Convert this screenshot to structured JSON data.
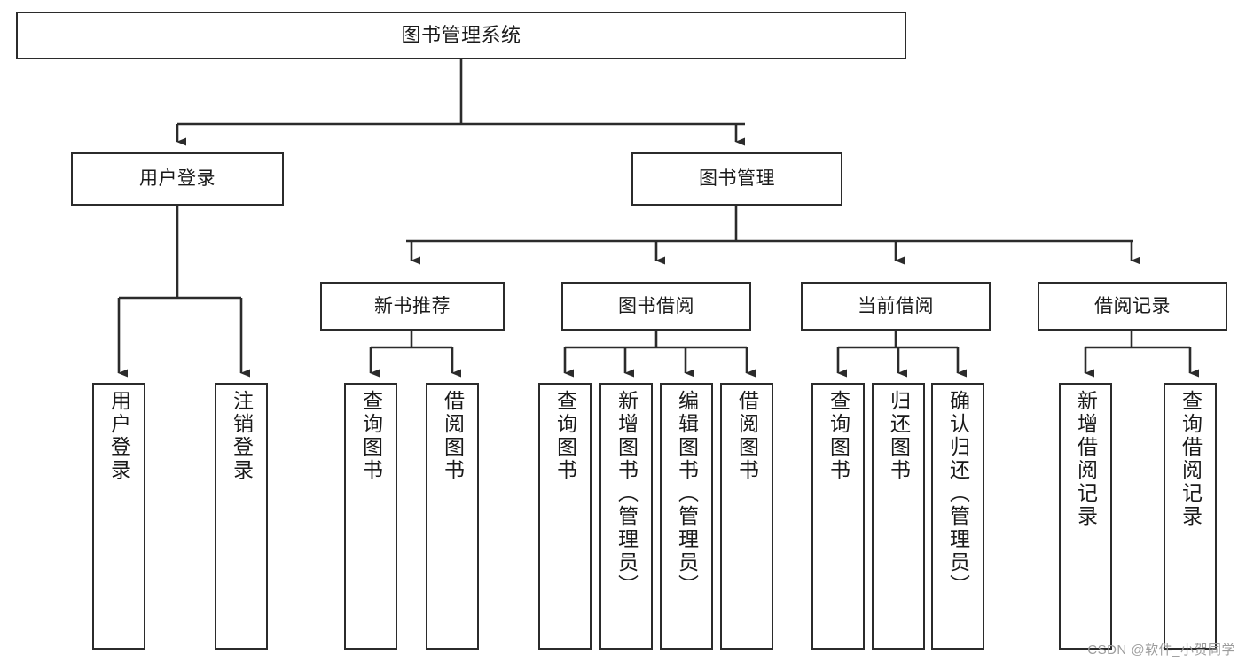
{
  "diagram": {
    "type": "tree-hierarchy",
    "title": "图书管理系统",
    "stroke_color": "#2b2b2b",
    "text_color": "#1a1a1a",
    "background_color": "#ffffff",
    "watermark": "CSDN @软件_小贺同学",
    "nodes": {
      "root": {
        "label": "图书管理系统",
        "level": 1
      },
      "l2_user_login": {
        "label": "用户登录",
        "level": 2
      },
      "l2_book_manage": {
        "label": "图书管理",
        "level": 2
      },
      "l3_new_book_rec": {
        "label": "新书推荐",
        "level": 3
      },
      "l3_book_borrow": {
        "label": "图书借阅",
        "level": 3
      },
      "l3_current_borrow": {
        "label": "当前借阅",
        "level": 3
      },
      "l3_borrow_record": {
        "label": "借阅记录",
        "level": 3
      },
      "l4_user_login": {
        "label": "用户登录",
        "level": 4
      },
      "l4_logout_login": {
        "label": "注销登录",
        "level": 4
      },
      "l4_query_book_a": {
        "label": "查询图书",
        "level": 4
      },
      "l4_borrow_book_a": {
        "label": "借阅图书",
        "level": 4
      },
      "l4_query_book_b": {
        "label": "查询图书",
        "level": 4
      },
      "l4_add_book": {
        "label": "新增图书（管理员）",
        "level": 4
      },
      "l4_edit_book": {
        "label": "编辑图书（管理员）",
        "level": 4
      },
      "l4_borrow_book_b": {
        "label": "借阅图书",
        "level": 4
      },
      "l4_query_book_c": {
        "label": "查询图书",
        "level": 4
      },
      "l4_return_book": {
        "label": "归还图书",
        "level": 4
      },
      "l4_confirm_return": {
        "label": "确认归还（管理员）",
        "level": 4
      },
      "l4_add_record": {
        "label": "新增借阅记录",
        "level": 4
      },
      "l4_query_record": {
        "label": "查询借阅记录",
        "level": 4
      }
    },
    "edges": [
      {
        "from": "root",
        "to": "l2_user_login"
      },
      {
        "from": "root",
        "to": "l2_book_manage"
      },
      {
        "from": "l2_user_login",
        "to": "l4_user_login"
      },
      {
        "from": "l2_user_login",
        "to": "l4_logout_login"
      },
      {
        "from": "l2_book_manage",
        "to": "l3_new_book_rec"
      },
      {
        "from": "l2_book_manage",
        "to": "l3_book_borrow"
      },
      {
        "from": "l2_book_manage",
        "to": "l3_current_borrow"
      },
      {
        "from": "l2_book_manage",
        "to": "l3_borrow_record"
      },
      {
        "from": "l3_new_book_rec",
        "to": "l4_query_book_a"
      },
      {
        "from": "l3_new_book_rec",
        "to": "l4_borrow_book_a"
      },
      {
        "from": "l3_book_borrow",
        "to": "l4_query_book_b"
      },
      {
        "from": "l3_book_borrow",
        "to": "l4_add_book"
      },
      {
        "from": "l3_book_borrow",
        "to": "l4_edit_book"
      },
      {
        "from": "l3_book_borrow",
        "to": "l4_borrow_book_b"
      },
      {
        "from": "l3_current_borrow",
        "to": "l4_query_book_c"
      },
      {
        "from": "l3_current_borrow",
        "to": "l4_return_book"
      },
      {
        "from": "l3_current_borrow",
        "to": "l4_confirm_return"
      },
      {
        "from": "l3_borrow_record",
        "to": "l4_add_record"
      },
      {
        "from": "l3_borrow_record",
        "to": "l4_query_record"
      }
    ]
  }
}
